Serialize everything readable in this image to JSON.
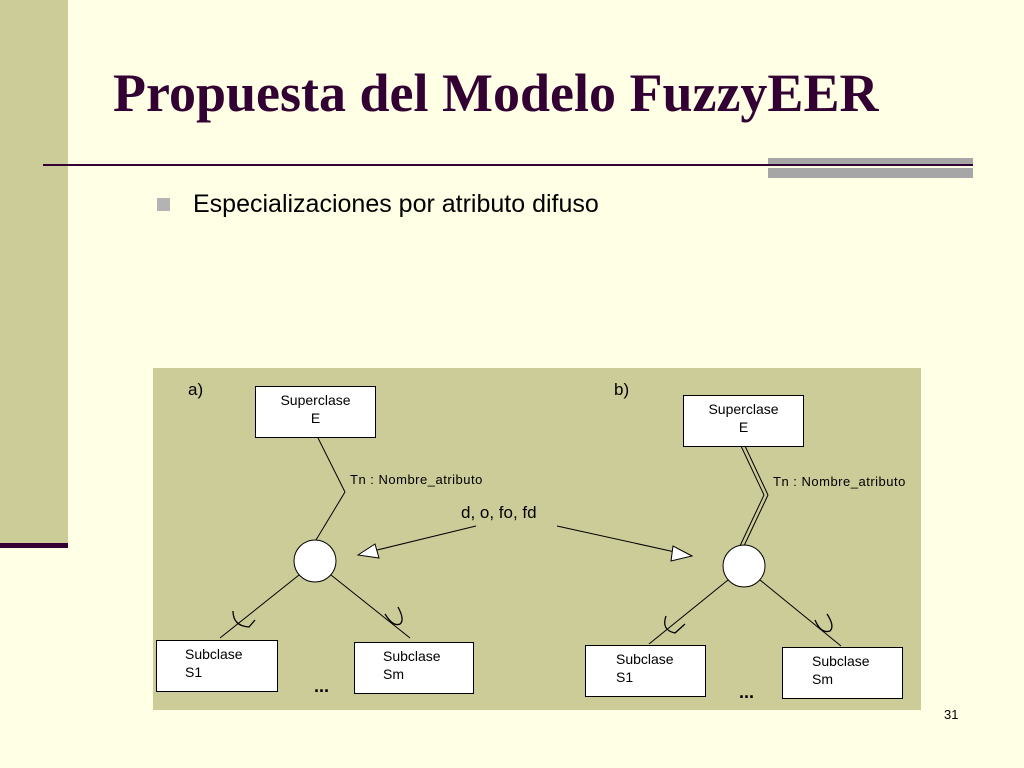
{
  "slide": {
    "title": "Propuesta del Modelo FuzzyEER",
    "bullet": "Especializaciones por atributo difuso",
    "page_number": "31"
  },
  "diagram": {
    "a": {
      "label": "a)",
      "superclass": [
        "Superclase",
        "E"
      ],
      "attribute": "Tn : Nombre_atributo",
      "sub1": [
        "Subclase",
        "S1"
      ],
      "subm": [
        "Subclase",
        "Sm"
      ],
      "ellipsis": "..."
    },
    "b": {
      "label": "b)",
      "superclass": [
        "Superclase",
        "E"
      ],
      "attribute": "Tn : Nombre_atributo",
      "sub1": [
        "Subclase",
        "S1"
      ],
      "subm": [
        "Subclase",
        "Sm"
      ],
      "ellipsis": "..."
    },
    "constraint_label": "d, o, fo, fd"
  },
  "colors": {
    "background": "#FFFFE5",
    "band": "#CCCC99",
    "title": "#330033",
    "accent_gray": "#A6A6A6"
  }
}
